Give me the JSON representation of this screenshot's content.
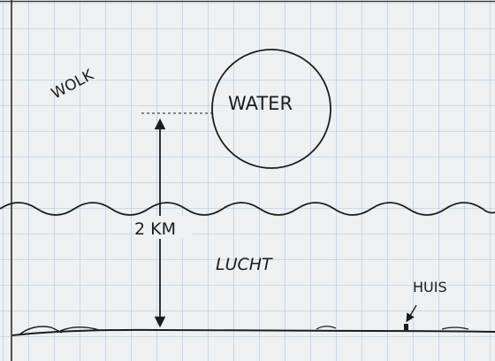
{
  "labels": {
    "wolk": "WOLK",
    "water": "WATER",
    "distance": "2 KM",
    "lucht": "LUCHT",
    "huis": "HUIS"
  },
  "colors": {
    "paper": "#eef0f2",
    "grid": "#9fc3ea",
    "ink": "#1c1c1c"
  }
}
